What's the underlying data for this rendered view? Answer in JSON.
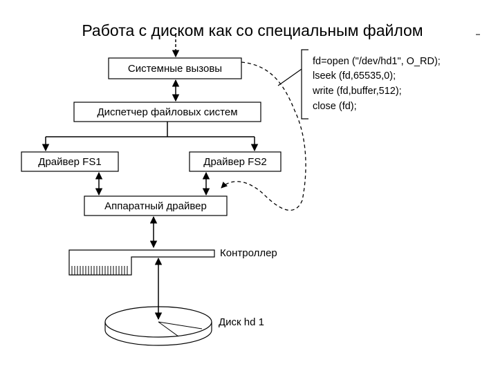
{
  "title": "Работа с диском как со специальным файлом",
  "boxes": {
    "syscalls": "Системные вызовы",
    "fs_dispatcher": "Диспетчер файловых систем",
    "driver_fs1": "Драйвер FS1",
    "driver_fs2": "Драйвер FS2",
    "hw_driver": "Аппаратный драйвер"
  },
  "labels": {
    "controller": "Контроллер",
    "disk": "Диск hd 1"
  },
  "code": [
    "fd=open (\"/dev/hd1\", O_RD);",
    "lseek (fd,65535,0);",
    "write (fd,buffer,512);",
    "close (fd);"
  ]
}
